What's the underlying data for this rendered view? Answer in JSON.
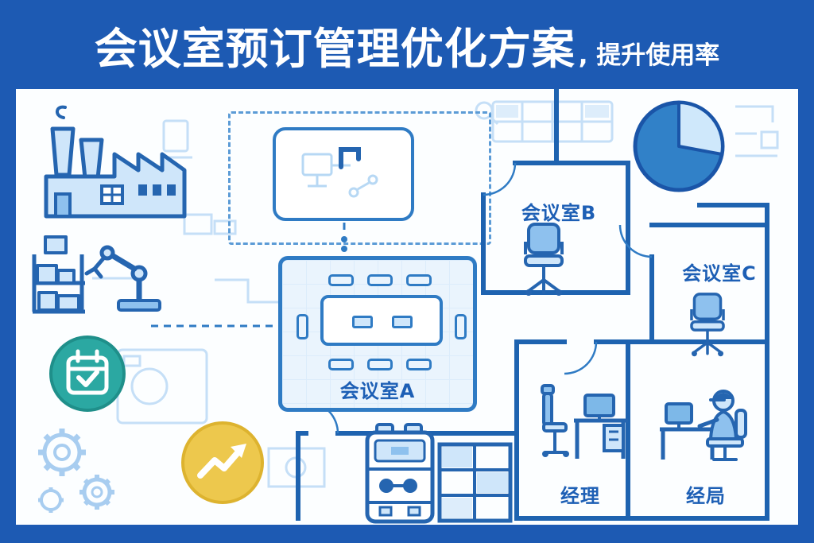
{
  "header": {
    "title_main": "会议室预订管理优化方案",
    "title_sub": ", 提升使用率"
  },
  "floorplan": {
    "room_a": "会议室A",
    "room_b": "会议室B",
    "room_c": "会议室C",
    "office_manager": "经理",
    "office_director": "经局"
  },
  "icons": {
    "factory": "factory-icon",
    "robot_arm": "robot-arm-icon",
    "calendar_check": "calendar-check-icon",
    "gears": "gears-icon",
    "trend_up": "trend-up-arrow-icon",
    "pie_chart": "pie-chart-icon",
    "whiteboard": "whiteboard-sketch-icon",
    "conference_table": "conference-table-icon",
    "office_chair": "office-chair-icon",
    "manager_workstation": "desk-workstation-icon",
    "person_at_desk": "person-at-desk-icon",
    "cabinet": "cabinet-icon",
    "shelf": "storage-shelf-icon"
  },
  "colors": {
    "frame_blue": "#1d5ab3",
    "wall_blue": "#1e63b0",
    "outline_blue": "#2565b0",
    "accent_blue": "#2f7bc4",
    "light_fill": "#cfe6fa",
    "mid_fill": "#8ec1ee",
    "sketch_blue": "#c5dff7",
    "teal": "#2ba8a2",
    "yellow": "#edc84d",
    "label_blue": "#1d5fb5"
  }
}
